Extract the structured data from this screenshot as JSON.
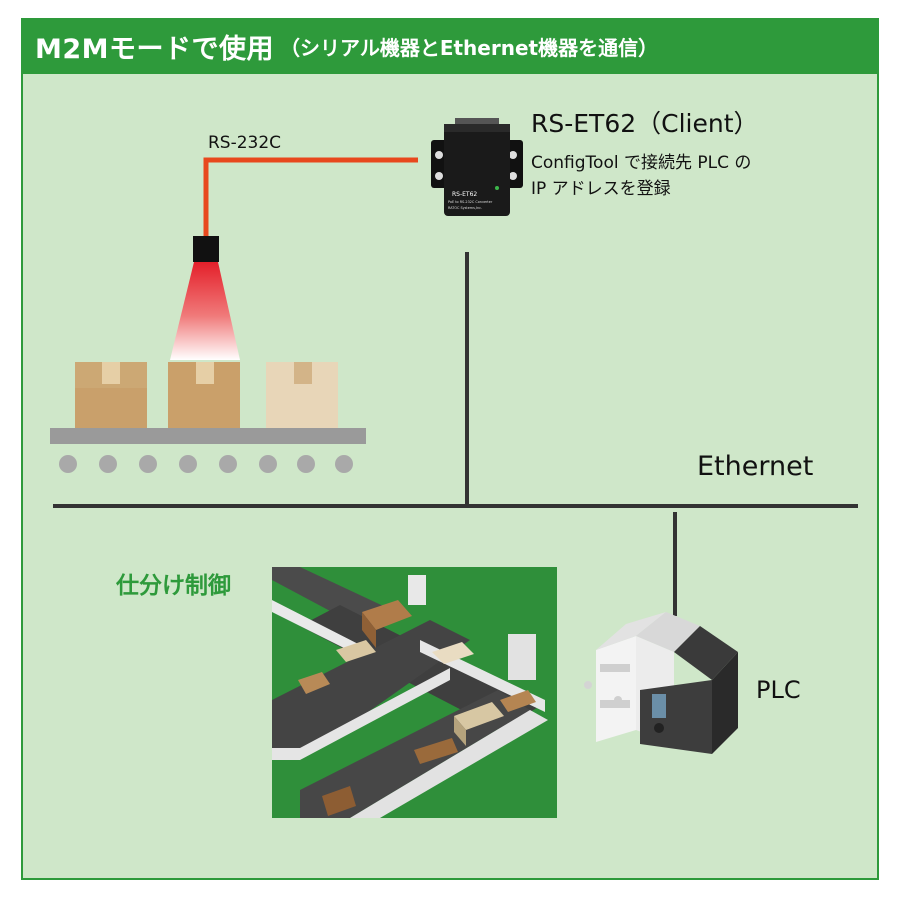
{
  "title": {
    "main": "M2Mモードで使用",
    "sub": "（シリアル機器とEthernet機器を通信）"
  },
  "labels": {
    "serial": "RS-232C",
    "device_name": "RS-ET62（Client）",
    "device_note_line1": "ConfigTool で接続先 PLC の",
    "device_note_line2": "IP アドレスを登録",
    "network": "Ethernet",
    "controller": "PLC",
    "sorting": "仕分け制御"
  },
  "device_panel": {
    "model": "RS-ET62",
    "caption": "PoE to RS-232C Converter",
    "maker": "RATOC Systems,Inc."
  },
  "colors": {
    "frame_green": "#2e9a3b",
    "background_green": "#cfe7c9",
    "serial_cable": "#e8481d",
    "network_line": "#333333"
  },
  "icons": [
    "converter-device-icon",
    "barcode-scanner-icon",
    "conveyor-boxes-icon",
    "sorting-line-icon",
    "plc-unit-icon"
  ]
}
